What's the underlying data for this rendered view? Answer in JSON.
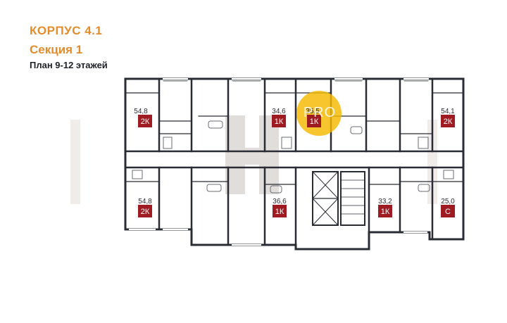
{
  "header": {
    "building": "КОРПУС 4.1",
    "section": "Секция 1",
    "floors": "План 9-12 этажей"
  },
  "watermark": "PRO",
  "colors": {
    "accent": "#e58c2a",
    "badge": "#9e1b22",
    "highlight": "#f5b800",
    "walls": "#2a2c35"
  },
  "apartments": [
    {
      "id": "apt-top-left",
      "area": "54,8",
      "type": "2К"
    },
    {
      "id": "apt-top-mid",
      "area": "34,6",
      "type": "1К"
    },
    {
      "id": "apt-top-highlight",
      "area": "35,5",
      "type": "1К",
      "highlighted": true
    },
    {
      "id": "apt-top-right",
      "area": "54,1",
      "type": "2К"
    },
    {
      "id": "apt-bottom-left",
      "area": "54,8",
      "type": "2К"
    },
    {
      "id": "apt-bottom-mid",
      "area": "36,6",
      "type": "1К"
    },
    {
      "id": "apt-bottom-center-right",
      "area": "33,2",
      "type": "1К"
    },
    {
      "id": "apt-bottom-right",
      "area": "25,0",
      "type": "С"
    }
  ]
}
